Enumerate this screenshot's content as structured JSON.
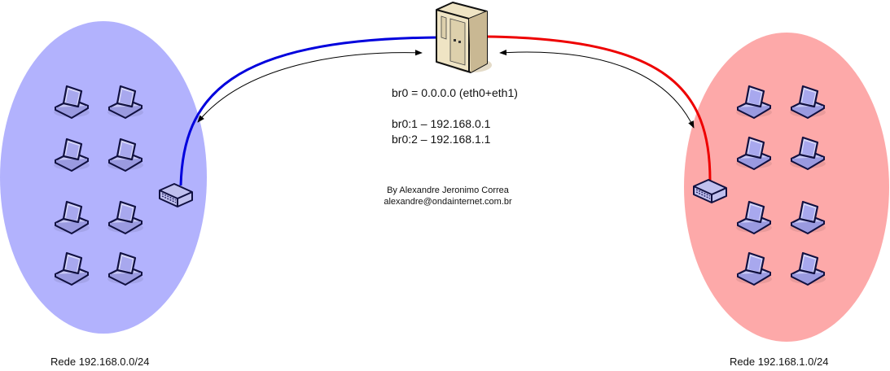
{
  "bridge": {
    "br0": "br0 = 0.0.0.0 (eth0+eth1)",
    "br0_1": "br0:1 – 192.168.0.1",
    "br0_2": "br0:2 – 192.168.1.1"
  },
  "credits": {
    "author": "By Alexandre Jeronimo Correa",
    "email": "alexandre@ondainternet.com.br"
  },
  "networks": [
    {
      "label": "Rede 192.168.0.0/24",
      "color": "#b2b2fd",
      "link_color": "#0000dd",
      "laptops": 8
    },
    {
      "label": "Rede 192.168.1.0/24",
      "color": "#fda9a9",
      "link_color": "#ee0000",
      "laptops": 8
    }
  ]
}
